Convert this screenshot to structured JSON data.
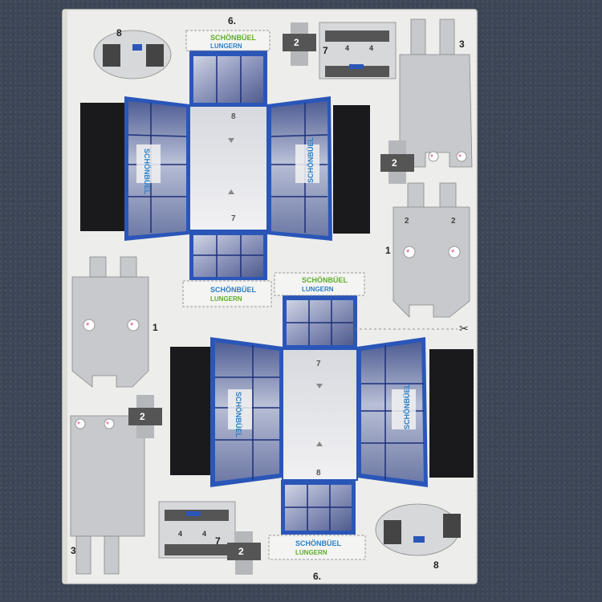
{
  "sheet": {
    "part_numbers": {
      "top_label": "6.",
      "bottom_label": "6.",
      "n1": "1",
      "n2": "2",
      "n3": "3",
      "n4": "4",
      "n7": "7",
      "n8": "8"
    },
    "logo": {
      "line1": "SCHÖNBÜEL",
      "line2": "LUNGERN"
    }
  },
  "colors": {
    "table": "#3d4656",
    "paper": "#ededeb",
    "panel_grey": "#bfc1c4",
    "window_blue": "#2a56b8",
    "black_flap": "#1a1a1c",
    "logo_green": "#5fae2e",
    "logo_blue": "#2b7fc6"
  }
}
